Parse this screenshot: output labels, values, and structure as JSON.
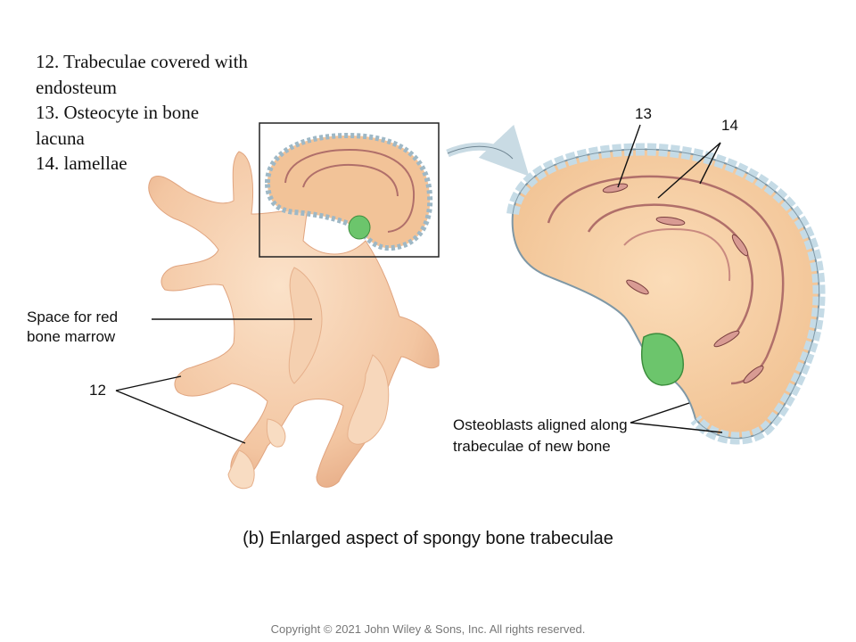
{
  "legend": [
    "12. Trabeculae covered with endosteum",
    "13. Osteocyte in bone lacuna",
    "14. lamellae"
  ],
  "labels": {
    "marrow": "Space for red bone marrow",
    "n12": "12",
    "n13": "13",
    "n14": "14",
    "osteoblasts": "Osteoblasts aligned along trabeculae of new bone"
  },
  "caption": "(b) Enlarged aspect of spongy bone trabeculae",
  "copyright": "Copyright © 2021 John Wiley & Sons, Inc. All rights reserved.",
  "colors": {
    "bone_fill": "#f6cda8",
    "bone_shade": "#e9ad85",
    "osteoblast": "#c5dbe6",
    "osteocyte": "#b56f6f",
    "green_cell": "#6cc56c"
  }
}
